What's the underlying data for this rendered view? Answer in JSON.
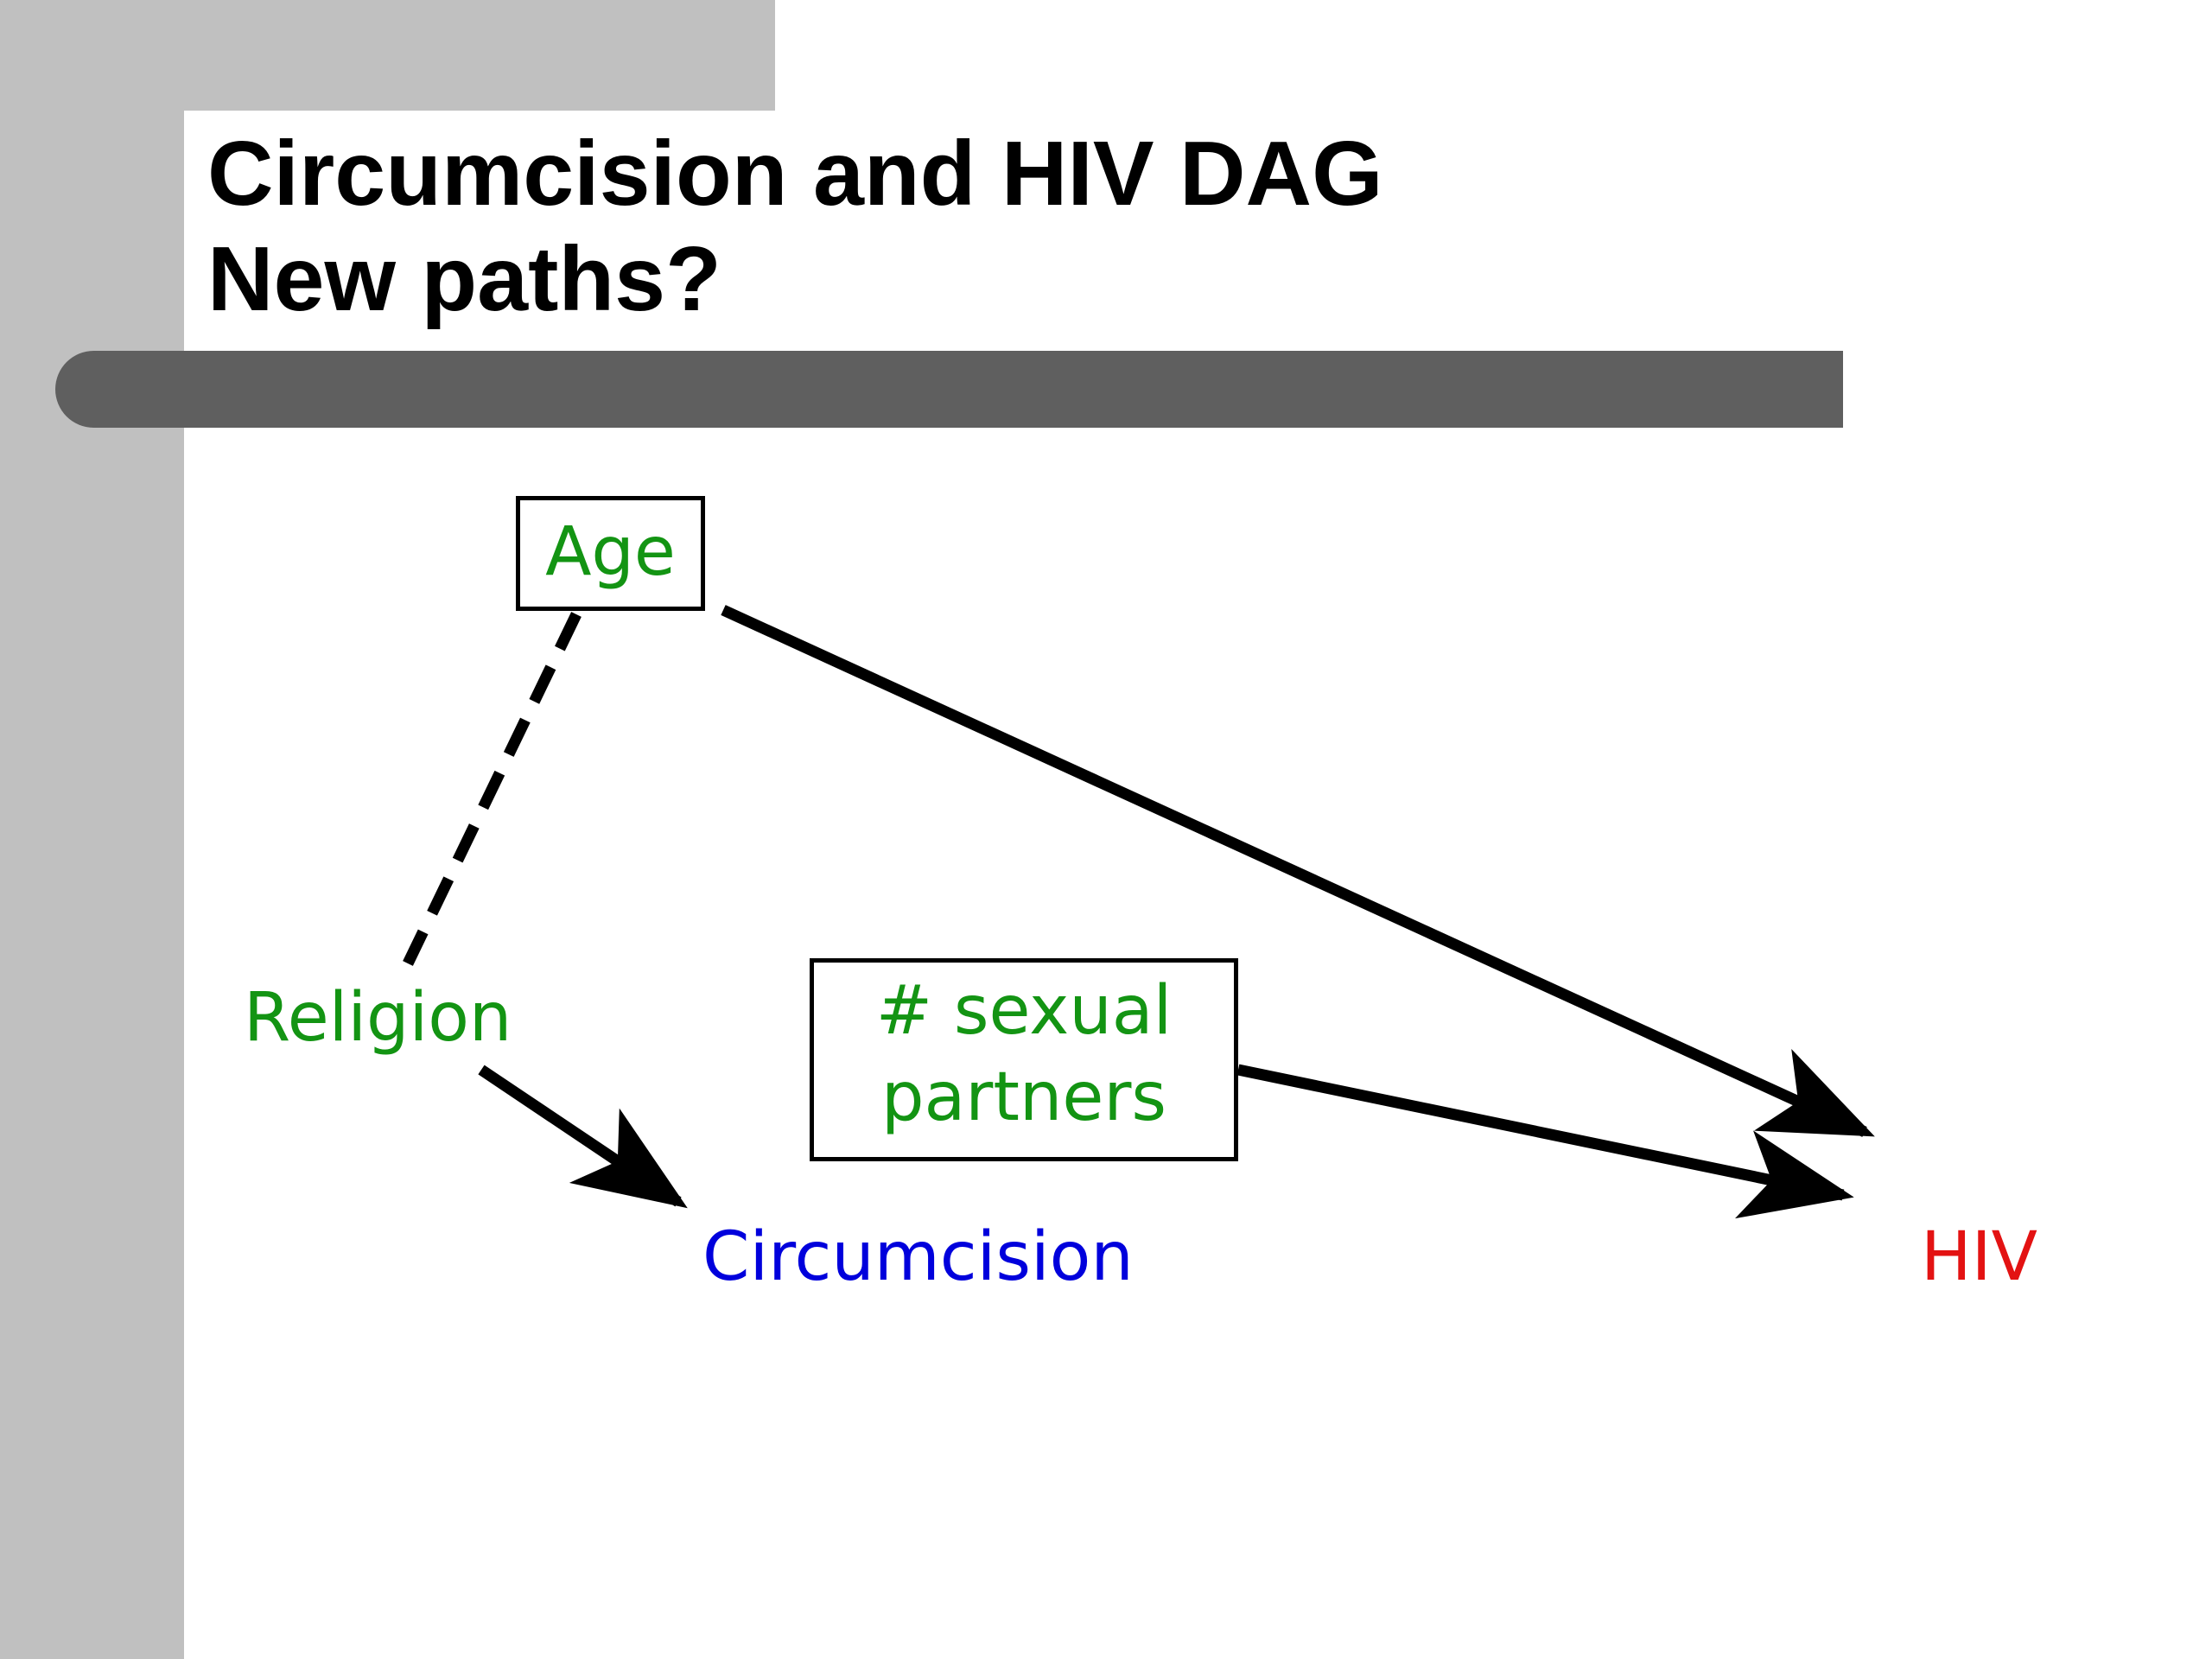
{
  "slide": {
    "title_line1": "Circumcision and HIV DAG",
    "title_line2": "New paths?"
  },
  "diagram": {
    "nodes": {
      "age": {
        "label": "Age",
        "color": "#139413",
        "boxed": true
      },
      "religion": {
        "label": "Religion",
        "color": "#139413",
        "boxed": false
      },
      "sexual_partners": {
        "label_line1": "# sexual",
        "label_line2": "partners",
        "color": "#139413",
        "boxed": true
      },
      "circumcision": {
        "label": "Circumcision",
        "color": "#0000dc",
        "boxed": false
      },
      "hiv": {
        "label": "HIV",
        "color": "#e31212",
        "boxed": false
      }
    },
    "edges": [
      {
        "from": "age",
        "to": "religion",
        "style": "dashed",
        "directed": false
      },
      {
        "from": "age",
        "to": "hiv",
        "style": "solid",
        "directed": true
      },
      {
        "from": "sexual_partners",
        "to": "hiv",
        "style": "solid",
        "directed": true
      },
      {
        "from": "religion",
        "to": "circumcision",
        "style": "solid",
        "directed": true
      }
    ]
  },
  "colors": {
    "sidebar": "#c0c0c0",
    "divider": "#5f5f5f",
    "confounder": "#139413",
    "exposure": "#0000dc",
    "outcome": "#e31212"
  }
}
